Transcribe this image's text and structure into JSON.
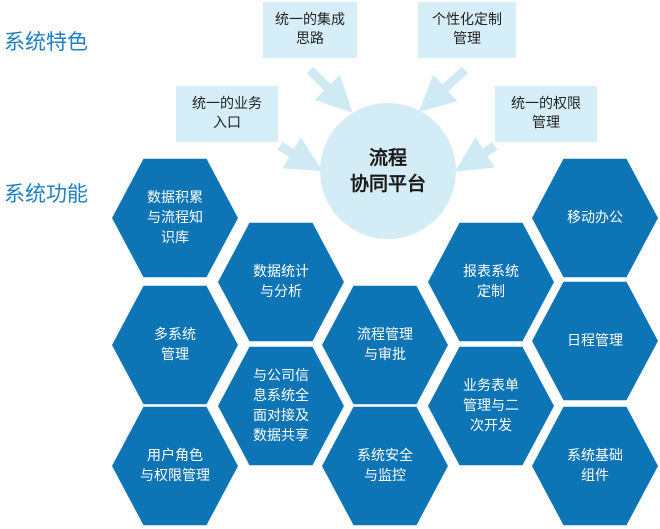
{
  "sections": {
    "features_title": "系统特色",
    "functions_title": "系统功能"
  },
  "hub": {
    "line1": "流程",
    "line2": "协同平台"
  },
  "features": [
    {
      "line1": "统一的集成",
      "line2": "思路"
    },
    {
      "line1": "个性化定制",
      "line2": "管理"
    },
    {
      "line1": "统一的业务",
      "line2": "入口"
    },
    {
      "line1": "统一的权限",
      "line2": "管理"
    }
  ],
  "functions": [
    {
      "lines": [
        "数据积累",
        "与流程知",
        "识库"
      ]
    },
    {
      "lines": [
        "数据统计",
        "与分析"
      ]
    },
    {
      "lines": [
        "多系统",
        "管理"
      ]
    },
    {
      "lines": [
        "与公司信",
        "息系统全",
        "面对接及",
        "数据共享"
      ]
    },
    {
      "lines": [
        "用户角色",
        "与权限管理"
      ]
    },
    {
      "lines": [
        "流程管理",
        "与审批"
      ]
    },
    {
      "lines": [
        "系统安全",
        "与监控"
      ]
    },
    {
      "lines": [
        "报表系统",
        "定制"
      ]
    },
    {
      "lines": [
        "业务表单",
        "管理与二",
        "次开发"
      ]
    },
    {
      "lines": [
        "移动办公"
      ]
    },
    {
      "lines": [
        "日程管理"
      ]
    },
    {
      "lines": [
        "系统基础",
        "组件"
      ]
    }
  ],
  "colors": {
    "hex_fill": "#0d74b5",
    "box_fill": "#d6eef8",
    "title_color": "#1f7fc6",
    "arrow_color": "#cfe9f5"
  }
}
